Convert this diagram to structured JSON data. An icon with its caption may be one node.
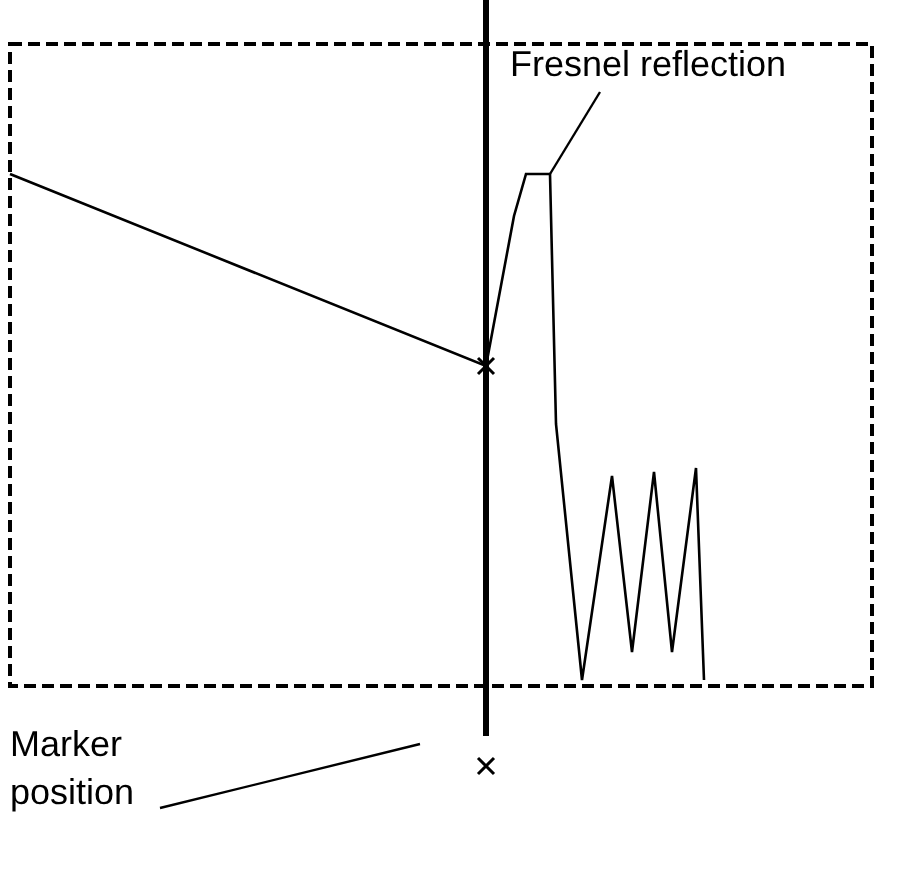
{
  "diagram": {
    "nodes": [
      {
        "text": [
          "Fresnel reflection"
        ]
      },
      {
        "text": [
          "Marker position"
        ]
      }
    ],
    "edges": [
      {
        "from": 0,
        "to": null,
        "arrow": "none"
      },
      {
        "from": 1,
        "to": null,
        "arrow": "none"
      }
    ]
  }
}
